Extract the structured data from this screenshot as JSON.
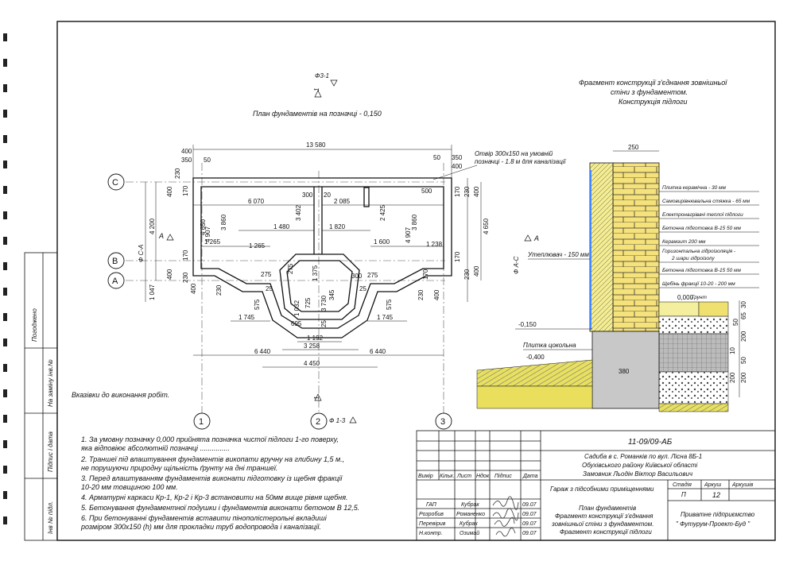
{
  "plan": {
    "title": "План фундаментів на позначці  - 0,150",
    "section_marks": [
      "Ф3-1",
      "Ф 1-3",
      "Ф С-А",
      "Ф А-С"
    ],
    "markers": {
      "c": "1",
      "s": "1",
      "a1": "А",
      "a2": "А"
    },
    "axes": {
      "rows": [
        "C",
        "B",
        "A"
      ],
      "cols": [
        "1",
        "2",
        "3"
      ]
    },
    "opening_note": "Отвір 300х150 на умовній позначці - 1.8 м для каналізації",
    "dims": {
      "total": "13 580",
      "d400": "400",
      "d350": "350",
      "d50": "50",
      "d230": "230",
      "d170": "170",
      "d6070": "6 070",
      "d2085": "2 085",
      "d2425": "2 425",
      "d3402": "3 402",
      "d20": "20",
      "d300": "300",
      "d500": "500",
      "d4200": "4 200",
      "d4907": "4 907",
      "d3860": "3 860",
      "d1480": "1 480",
      "d1820": "1 820",
      "d1265": "1 265",
      "d1600": "1 600",
      "d1238": "1 238",
      "d4650": "4 650",
      "d275": "275",
      "d25": "25",
      "d1375": "1 375",
      "d1047": "1 047",
      "d575": "575",
      "d1745": "1 745",
      "d1032": "1 032",
      "d725": "725",
      "d3730": "3 730",
      "d345": "345",
      "d695": "695",
      "d1192": "1 192",
      "d3258": "3 258",
      "d6440": "6 440",
      "d4450": "4 450"
    }
  },
  "notes": {
    "heading": "Вказівки до виконання робіт.",
    "items": [
      "1. За умовну позначку 0,000 прийнята позначка чистої підлоги 1-го поверху,",
      "яка відповіює абсолютній позначці ...............",
      "2. Траншеї під влаштування фундаментів викопати вручну на глибину  1,5 м.,",
      "не порушуючи природну щільність ґрунту на дні траншеї.",
      "3. Перед влаштуванням фундаментів виконати підготовку із щебня фракції",
      "10-20 мм товщиною  100 мм.",
      "4. Арматурні каркаси Кр-1, Кр-2 і Кр-3 встановити на 50мм вище рівня  щебня.",
      "5. Бетонування фундаментної подушки і фундаментів виконати бетоном В 12,5.",
      "6. При бетонуванні фундаментів вставити пінополістерольні вкладиші",
      "розміром 300х150 (h) мм для прокладки труб водопровода і каналізації."
    ]
  },
  "detail": {
    "title": [
      "Фрагмент конструкції з'єднання зовнішньої",
      "стіни з фундаментом.",
      "Конструкція підлоги"
    ],
    "layers": [
      "Плитка керамічна  - 30 мм",
      "Самовирівнювальна стяжка - 65 мм",
      "Електронагрівачі теплої підлоги",
      "Бетонна підготовка  В-15   50 мм",
      "Керамзит   200 мм",
      "Горизонтальна гідроізоляція -",
      "2 шари гідроізолу",
      "Бетонна підготовка  В-15   50 мм",
      "Щебінь  фракції 10-20  - 200 мм",
      "Грунт"
    ],
    "insulation": "Утеплювач - 150 мм",
    "plinth": "Плитка цокольна",
    "levels": [
      "0,000",
      "-0,150",
      "-0,400"
    ],
    "dims": {
      "d250": "250",
      "d380": "380",
      "d30": "30",
      "d65": "65",
      "d50": "50",
      "d200": "200",
      "d10": "10"
    }
  },
  "side_stamp": [
    "Погоджено",
    "Інв № підл.",
    "Підпис і дата",
    "На заміну інв.№"
  ],
  "title_block": {
    "code": "11-09/09-АБ",
    "object": [
      "Садиба в с. Романків по вул. Лісна 8Б-1",
      "Обухівського району Київської області",
      "Замовник Льодін Віктор Васильович"
    ],
    "col_headers": [
      "Вимір",
      "Кільк.",
      "Лист",
      "Ндок.",
      "Підпис",
      "Дата"
    ],
    "building": "Гараж з підсобними приміщеннями",
    "stage_headers": [
      "Стадія",
      "Аркуш",
      "Аркушів"
    ],
    "stage_values": [
      "П",
      "12",
      ""
    ],
    "roles": [
      {
        "role": "ГАП",
        "name": "Кубрак",
        "date": "09.07"
      },
      {
        "role": "Розробив",
        "name": "Романенко",
        "date": "09.07"
      },
      {
        "role": "Перевірив",
        "name": "Кубрак",
        "date": "09.07"
      },
      {
        "role": "Н.контр.",
        "name": "Озимай",
        "date": "09.07"
      }
    ],
    "sheet_title": [
      "План фундаментів",
      "Фрагмент конструкції з'єднання",
      "зовнішньої стіни з фундаментом.",
      "Фрагмент конструкції підлоги"
    ],
    "company": [
      "Приватне підприємство",
      "\" Футурум-Проект-Буд \""
    ]
  }
}
